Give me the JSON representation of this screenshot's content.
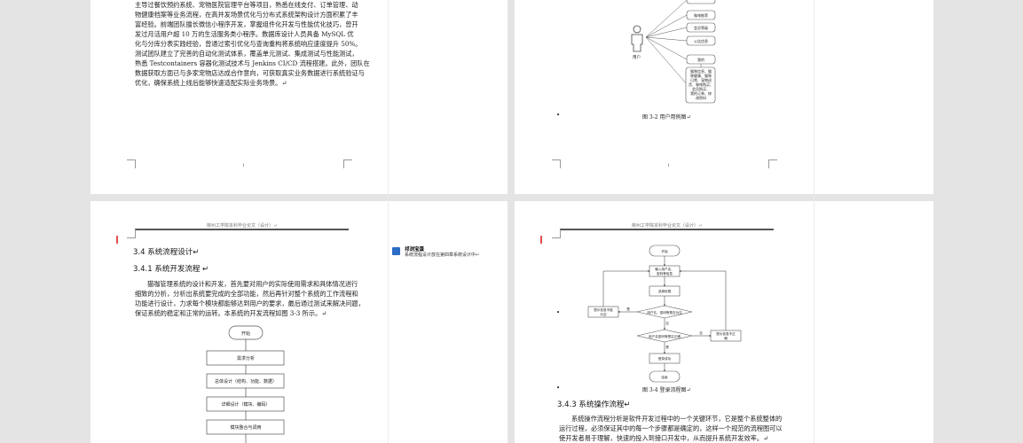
{
  "page1": {
    "lines": [
      "主导过餐饮预约系统、宠物医院管理平台等项目，熟悉在线支付、订单管理、动",
      "物健康档案等业务流程，在高并发场景优化与分布式系统架构设计方面积累了丰",
      "富经验。前端团队擅长微信小程序开发，掌握组件化开发与性能优化技巧，曾开",
      "发过月活用户超 10 万的生活服务类小程序。数据库设计人员具备 MySQL 优",
      "化与分库分表实践经验，曾通过索引优化与查询重构将系统响应速度提升 50%。",
      "测试团队建立了完善的自动化测试体系，覆盖单元测试、集成测试与性能测试，",
      "熟悉 Testcontainers 容器化测试技术与 Jenkins CI/CD 流程搭建。此外，团队在",
      "数据获取方面已与多家宠物店达成合作意向，可获取真实业务数据进行系统验证与",
      "优化，确保系统上线后能够快速适配实际业务场景。↵"
    ],
    "page_number": "1"
  },
  "page2": {
    "actor": "用户",
    "use_cases": [
      "...",
      "咖啡推荐",
      "会员等级",
      "公告信息",
      "我的"
    ],
    "detail_box": [
      "猫咪信息、猫",
      "咪健康、猫咪",
      "日常、宠物送",
      "货、咖啡购买、",
      "会员购买、",
      "我的订单、修",
      "改密码"
    ],
    "caption": "图 3-2 用户用例图↵",
    "page_number": "1"
  },
  "page3": {
    "header": "柳州工学院本科毕业论文（设计）↵",
    "heading1": "3.4 系统流程设计↵",
    "heading2": "3.4.1  系统开发流程 ↵",
    "lines": [
      "猫咖管理系统的设计和开发，首先要对用户的实际使用需求和具体情况进行",
      "细致的分析，分析出系统要完成的全部功能，然后再针对整个系统的工作流程和",
      "功能进行设计，力求每个模块都能够达到用户的要求，最后通过测试来解决问题，",
      "保证系统的稳定和正常的运转。本系统的开发流程如图 3-3 所示。↵"
    ],
    "flow": [
      "开始",
      "需求分析",
      "总体设计（结构、功能、数据）",
      "详细设计（模块、编码）",
      "模块整合与调用"
    ]
  },
  "comment": {
    "author": "祁浏宝蛋",
    "text": "系统流程设计放在第四章系统设计中↵",
    "accent": "#2b6cc4"
  },
  "page4": {
    "header": "柳州工学院本科毕业论文（设计）↵",
    "flow": {
      "start": "开始",
      "input": [
        "输入用户名、",
        "密码等信息"
      ],
      "select": "选择权限",
      "check_empty": "用户名、密码等是否为空",
      "empty_msg": [
        "提示信息不能",
        "为空"
      ],
      "check_correct": "用户名密码等是否正确",
      "wrong_msg": [
        "提示信息不正",
        "确"
      ],
      "success": "登录成功",
      "end": "结束",
      "yes": "是",
      "no": "否"
    },
    "caption": "图 3-4 登录流程图↵",
    "heading": "3.4.3  系统操作流程↵",
    "lines": [
      "系统操作流程分析是软件开发过程中的一个关键环节，它是整个系统整体的",
      "运行过程，必须保证其中的每一个步骤都是确定的，这样一个规范的流程图可以",
      "使开发者易于理解，快速的投入到接口开发中，从而提升系统开发效率。↵"
    ]
  }
}
